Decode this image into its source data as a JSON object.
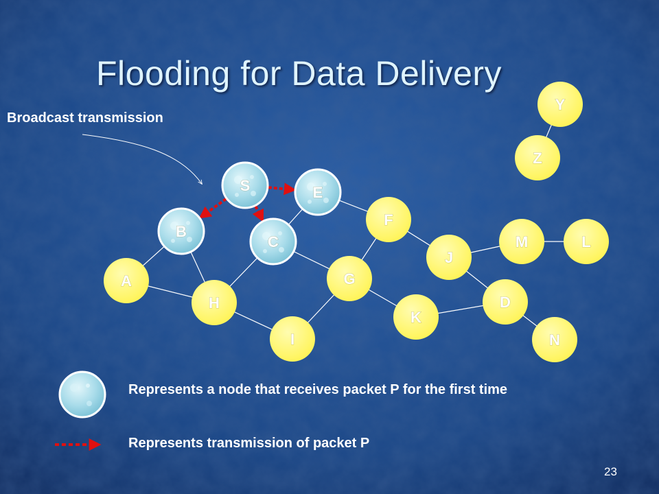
{
  "slide": {
    "title": "Flooding for Data Delivery",
    "annotation": "Broadcast transmission",
    "legend_received": "Represents a node that receives packet P for the first time",
    "legend_transmission": "Represents transmission of packet P",
    "page_number": "23"
  },
  "colors": {
    "background": "#1c4a8c",
    "node_fill": "#fffa70",
    "received_node_fill": "#b8e4ee",
    "node_text": "#ffffff",
    "edge": "#ffffff",
    "transmission_arrow": "#e01010"
  },
  "nodes": [
    {
      "id": "S",
      "label": "S",
      "received": true
    },
    {
      "id": "E",
      "label": "E",
      "received": true
    },
    {
      "id": "B",
      "label": "B",
      "received": true
    },
    {
      "id": "C",
      "label": "C",
      "received": true
    },
    {
      "id": "A",
      "label": "A",
      "received": false
    },
    {
      "id": "H",
      "label": "H",
      "received": false
    },
    {
      "id": "I",
      "label": "I",
      "received": false
    },
    {
      "id": "G",
      "label": "G",
      "received": false
    },
    {
      "id": "F",
      "label": "F",
      "received": false
    },
    {
      "id": "J",
      "label": "J",
      "received": false
    },
    {
      "id": "K",
      "label": "K",
      "received": false
    },
    {
      "id": "D",
      "label": "D",
      "received": false
    },
    {
      "id": "M",
      "label": "M",
      "received": false
    },
    {
      "id": "L",
      "label": "L",
      "received": false
    },
    {
      "id": "N",
      "label": "N",
      "received": false
    },
    {
      "id": "Y",
      "label": "Y",
      "received": false
    },
    {
      "id": "Z",
      "label": "Z",
      "received": false
    }
  ],
  "edges": [
    [
      "Y",
      "Z"
    ],
    [
      "E",
      "F"
    ],
    [
      "E",
      "C"
    ],
    [
      "B",
      "A"
    ],
    [
      "B",
      "H"
    ],
    [
      "A",
      "H"
    ],
    [
      "C",
      "H"
    ],
    [
      "C",
      "G"
    ],
    [
      "H",
      "I"
    ],
    [
      "I",
      "G"
    ],
    [
      "G",
      "F"
    ],
    [
      "G",
      "K"
    ],
    [
      "F",
      "J"
    ],
    [
      "J",
      "M"
    ],
    [
      "M",
      "L"
    ],
    [
      "J",
      "D"
    ],
    [
      "K",
      "D"
    ],
    [
      "D",
      "N"
    ]
  ],
  "transmissions": [
    [
      "S",
      "E"
    ],
    [
      "S",
      "B"
    ],
    [
      "S",
      "C"
    ]
  ]
}
